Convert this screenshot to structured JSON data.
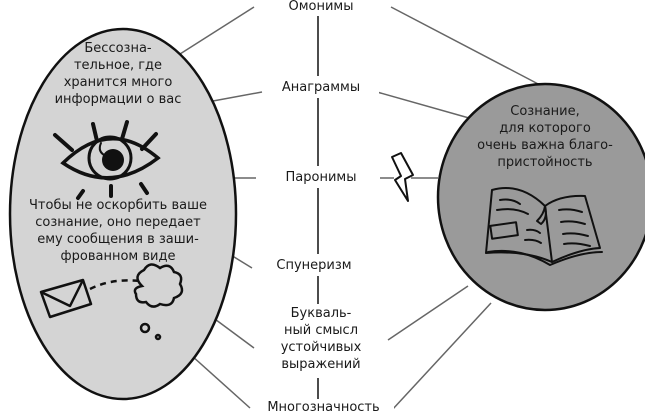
{
  "colors": {
    "left_node_fill": "#d4d4d4",
    "right_node_fill": "#9a9a9a",
    "stroke": "#111111",
    "connector": "#666666"
  },
  "left_node": {
    "title": [
      "Бессозна-",
      "тельное, где",
      "хранится много",
      "информации о вас"
    ],
    "description": [
      "Чтобы не оскорбить ваше",
      "сознание, оно передает",
      "ему сообщения в заши-",
      "фрованном виде"
    ],
    "icons": [
      "eye-icon",
      "envelope-icon",
      "thought-cloud-icon"
    ]
  },
  "right_node": {
    "title": [
      "Сознание,",
      "для которого",
      "очень важна благо-",
      "пристойность"
    ],
    "icons": [
      "open-book-icon"
    ]
  },
  "center_terms": [
    {
      "id": "omonimy",
      "lines": [
        "Омонимы"
      ]
    },
    {
      "id": "anagrammy",
      "lines": [
        "Анаграммы"
      ]
    },
    {
      "id": "paronimy",
      "lines": [
        "Паронимы"
      ]
    },
    {
      "id": "spunerizm",
      "lines": [
        "Спунеризм"
      ]
    },
    {
      "id": "bukvalny-smysl",
      "lines": [
        "Букваль-",
        "ный смысл",
        "устойчивых",
        "выражений"
      ]
    },
    {
      "id": "mnogoznachnost",
      "lines": [
        "Многозначность"
      ]
    }
  ],
  "connector_icon": "lightning-bolt-icon"
}
